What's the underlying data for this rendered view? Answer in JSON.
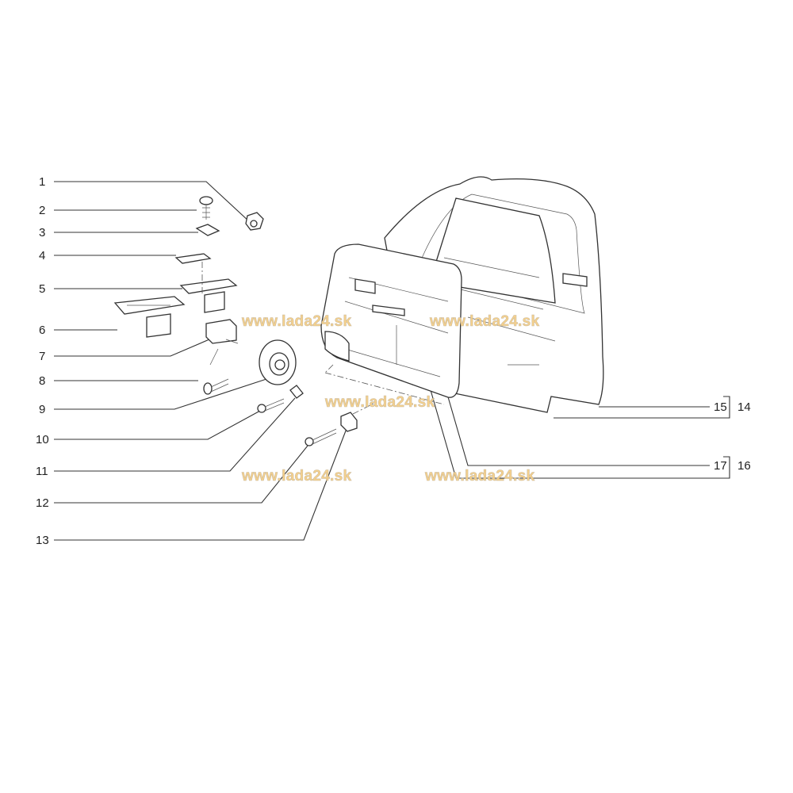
{
  "labels": {
    "p1": "1",
    "p2": "2",
    "p3": "3",
    "p4": "4",
    "p5": "5",
    "p6": "6",
    "p7": "7",
    "p8": "8",
    "p9": "9",
    "p10": "10",
    "p11": "11",
    "p12": "12",
    "p13": "13",
    "p14": "14",
    "p15": "15",
    "p16": "16",
    "p17": "17"
  },
  "watermark": "www.lada24.sk"
}
